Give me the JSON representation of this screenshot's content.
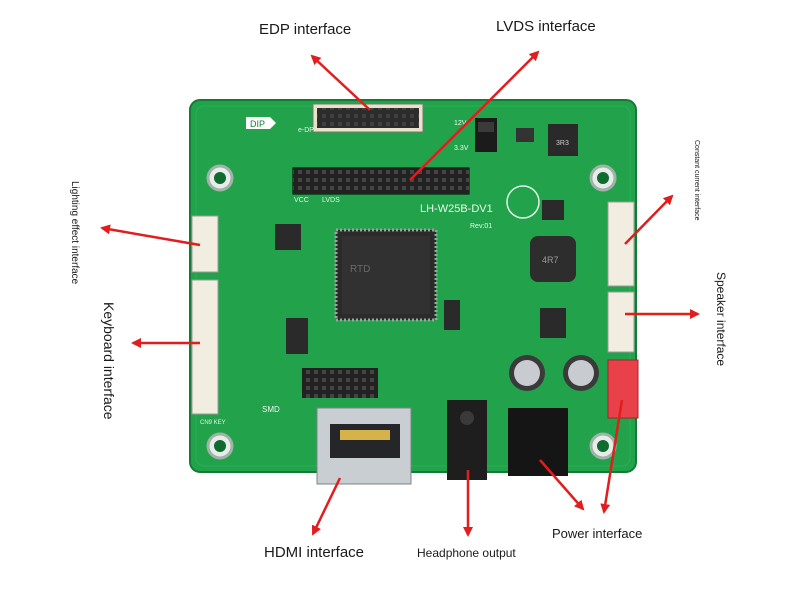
{
  "labels": {
    "edp": "EDP interface",
    "lvds": "LVDS interface",
    "lighting": "Lighting effect interface",
    "keyboard": "Keyboard interface",
    "constant_current": "Constant current interface",
    "speaker": "Speaker interface",
    "hdmi": "HDMI interface",
    "headphone": "Headphone output",
    "power": "Power interface"
  },
  "board": {
    "model": "LH-W25B-DV1",
    "rev": "Rev:01",
    "chip_mark": "RTD",
    "dip": "DIP",
    "edp_silk": "e-DP",
    "vcc": "VCC",
    "lvds_silk": "LVDS",
    "v12": "12V",
    "v33": "3.3V",
    "inductor": "4R7",
    "reg": "3R3",
    "cn_key": "CN9 KEY",
    "smd": "SMD"
  },
  "colors": {
    "pcb": "#22a24a",
    "pcb_dark": "#15803a",
    "arrow": "#e11d1d",
    "header_red": "#e8414a"
  }
}
